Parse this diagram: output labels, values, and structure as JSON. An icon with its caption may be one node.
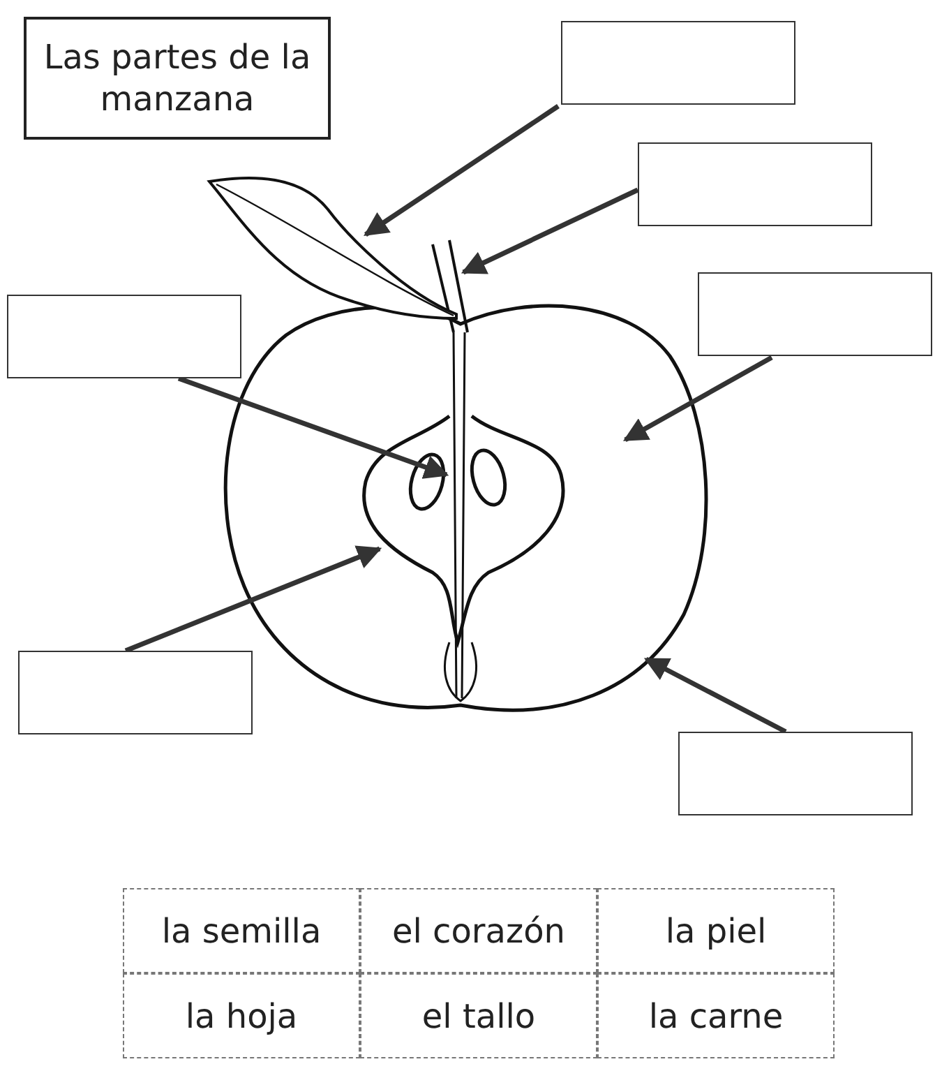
{
  "diagram": {
    "title": "Las partes de la manzana",
    "nodes": [
      {
        "text": [],
        "shape": "box"
      },
      {
        "text": [],
        "shape": "box"
      },
      {
        "text": [],
        "shape": "box"
      },
      {
        "text": [],
        "shape": "box"
      },
      {
        "text": [],
        "shape": "box"
      },
      {
        "text": [],
        "shape": "box"
      }
    ],
    "edges": [
      {
        "from": 0,
        "to": null,
        "arrow": "to"
      },
      {
        "from": 1,
        "to": null,
        "arrow": "to"
      },
      {
        "from": 2,
        "to": null,
        "arrow": "to"
      },
      {
        "from": 3,
        "to": null,
        "arrow": "to"
      },
      {
        "from": 4,
        "to": null,
        "arrow": "to"
      },
      {
        "from": 5,
        "to": null,
        "arrow": "to"
      }
    ],
    "labels": [
      "la semilla",
      "el corazón",
      "la piel",
      "la hoja",
      "el tallo",
      "la carne"
    ]
  }
}
